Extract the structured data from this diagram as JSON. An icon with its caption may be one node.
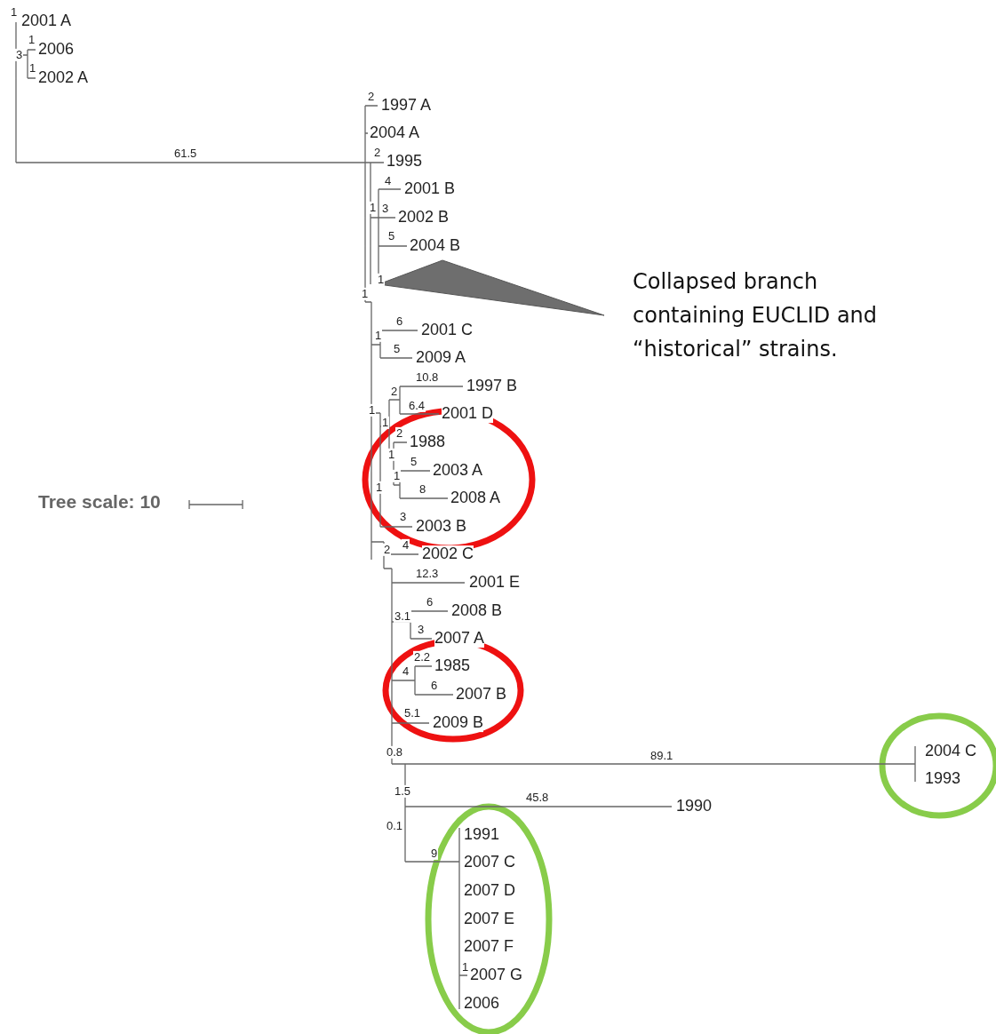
{
  "diagram": {
    "labels": [
      "1",
      "2001 A",
      "1",
      "2006",
      "3",
      "1",
      "2002 A",
      "2",
      "1997 A",
      "2004 A",
      "61.5",
      "2",
      "1995",
      "4",
      "2001 B",
      "1",
      "3",
      "2002 B",
      "5",
      "2004 B",
      "1",
      "1",
      "Collapsed branch containing EUCLID and “historical” strains.",
      "6",
      "2001 C",
      "1",
      "5",
      "2009 A",
      "10.8",
      "1997 B",
      "2",
      "6.4",
      "1",
      "2001 D",
      "1",
      "2",
      "1988",
      "1",
      "5",
      "2003 A",
      "1",
      "Tree scale: 10",
      "1",
      "8",
      "2008 A",
      "3",
      "2003 B",
      "2",
      "4",
      "2002 C",
      "12.3",
      "2001 E",
      "6",
      "2008 B",
      "3.1",
      "3",
      "2007 A",
      "2.2",
      "1985",
      "4",
      "6",
      "2007 B",
      "5.1",
      "2009 B",
      "0.8",
      "89.1",
      "2004 C",
      "1993",
      "1.5",
      "45.8",
      "1990",
      "0.1",
      "9",
      "1991",
      "2007 C",
      "2007 D",
      "2007 E",
      "2007 F",
      "1",
      "2007 G",
      "2006"
    ]
  }
}
